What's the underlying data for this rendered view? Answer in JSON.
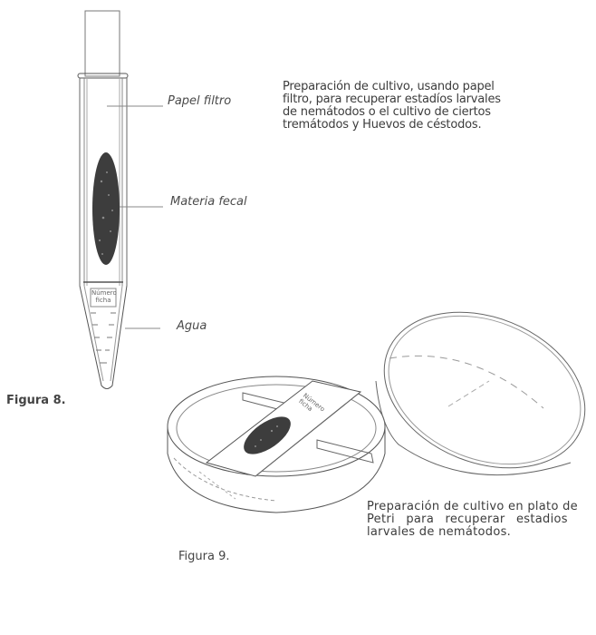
{
  "figure8": {
    "title": "Figura 8.",
    "labels": {
      "filter_paper": "Papel filtro",
      "fecal_matter": "Materia fecal",
      "water": "Agua",
      "tube_tag_line1": "Número",
      "tube_tag_line2": "ficha"
    },
    "caption_lines": [
      "Preparación de cultivo, usando papel",
      "filtro, para recuperar estadíos larvales",
      "de nemátodos o el cultivo de ciertos",
      "tremátodos y Huevos de céstodos."
    ]
  },
  "figure9": {
    "title": "Figura 9.",
    "labels": {
      "slide_tag_line1": "Número",
      "slide_tag_line2": "ficha"
    },
    "caption_lines": [
      "Preparación de cultivo en plato de",
      "Petri para recuperar estadios",
      "larvales de nemátodos."
    ]
  },
  "colors": {
    "ink": "#4a4a4a",
    "fecal": "#3a3a3a",
    "paper": "#ffffff"
  }
}
